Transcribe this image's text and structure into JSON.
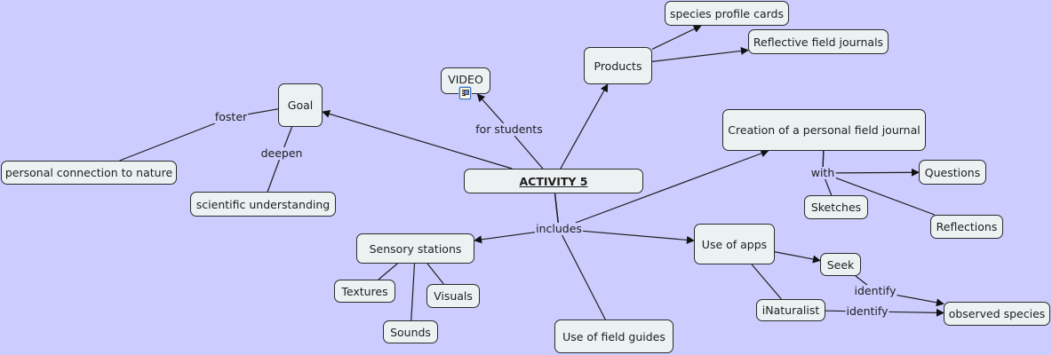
{
  "concept_map": {
    "background_color": "#ccccff",
    "node_fill": "#ecf2f2",
    "line_color": "#1e1e1e",
    "root": {
      "id": "activity5",
      "label": "ACTIVITY 5"
    },
    "nodes": [
      {
        "id": "activity5",
        "label": "ACTIVITY 5"
      },
      {
        "id": "goal",
        "label": "Goal"
      },
      {
        "id": "personal",
        "label": "personal connection to nature"
      },
      {
        "id": "scientific",
        "label": "scientific understanding"
      },
      {
        "id": "video",
        "label": "VIDEO",
        "resource_icon": "media-resource-icon"
      },
      {
        "id": "products",
        "label": "Products"
      },
      {
        "id": "species_cards",
        "label": "species profile cards"
      },
      {
        "id": "reflective",
        "label": "Reflective field journals"
      },
      {
        "id": "creation",
        "label": "Creation of a personal field journal"
      },
      {
        "id": "questions",
        "label": "Questions"
      },
      {
        "id": "sketches",
        "label": "Sketches"
      },
      {
        "id": "reflections",
        "label": "Reflections"
      },
      {
        "id": "sensory",
        "label": "Sensory stations"
      },
      {
        "id": "textures",
        "label": "Textures"
      },
      {
        "id": "visuals",
        "label": "Visuals"
      },
      {
        "id": "sounds",
        "label": "Sounds"
      },
      {
        "id": "field_guides",
        "label": "Use of field guides"
      },
      {
        "id": "apps",
        "label": "Use of apps"
      },
      {
        "id": "seek",
        "label": "Seek"
      },
      {
        "id": "inaturalist",
        "label": "iNaturalist"
      },
      {
        "id": "observed",
        "label": "observed species"
      }
    ],
    "linking_phrases": [
      {
        "id": "foster",
        "label": "foster"
      },
      {
        "id": "deepen",
        "label": "deepen"
      },
      {
        "id": "for_students",
        "label": "for students"
      },
      {
        "id": "includes",
        "label": "includes"
      },
      {
        "id": "with",
        "label": "with"
      },
      {
        "id": "identify_seek",
        "label": "identify"
      },
      {
        "id": "identify_inat",
        "label": "identify"
      }
    ],
    "connections": [
      {
        "from": "activity5",
        "to": "goal",
        "arrow": true
      },
      {
        "from": "goal",
        "via": "foster",
        "to": "personal",
        "arrow": false
      },
      {
        "from": "goal",
        "via": "deepen",
        "to": "scientific",
        "arrow": false
      },
      {
        "from": "activity5",
        "via": "for_students",
        "to": "video",
        "arrow": true
      },
      {
        "from": "activity5",
        "to": "products",
        "arrow": true
      },
      {
        "from": "products",
        "to": "species_cards",
        "arrow": true
      },
      {
        "from": "products",
        "to": "reflective",
        "arrow": true
      },
      {
        "from": "activity5",
        "via": "includes",
        "to": "creation",
        "arrow": true
      },
      {
        "from": "activity5",
        "via": "includes",
        "to": "sensory",
        "arrow": true
      },
      {
        "from": "activity5",
        "via": "includes",
        "to": "apps",
        "arrow": true
      },
      {
        "from": "activity5",
        "via": "includes",
        "to": "field_guides",
        "arrow": false
      },
      {
        "from": "creation",
        "via": "with",
        "to": "questions",
        "arrow": true
      },
      {
        "from": "creation",
        "via": "with",
        "to": "sketches",
        "arrow": false
      },
      {
        "from": "creation",
        "via": "with",
        "to": "reflections",
        "arrow": false
      },
      {
        "from": "sensory",
        "to": "textures",
        "arrow": false
      },
      {
        "from": "sensory",
        "to": "sounds",
        "arrow": false
      },
      {
        "from": "sensory",
        "to": "visuals",
        "arrow": false
      },
      {
        "from": "apps",
        "to": "seek",
        "arrow": true
      },
      {
        "from": "apps",
        "to": "inaturalist",
        "arrow": false
      },
      {
        "from": "seek",
        "via": "identify_seek",
        "to": "observed",
        "arrow": true
      },
      {
        "from": "inaturalist",
        "via": "identify_inat",
        "to": "observed",
        "arrow": true
      }
    ]
  }
}
